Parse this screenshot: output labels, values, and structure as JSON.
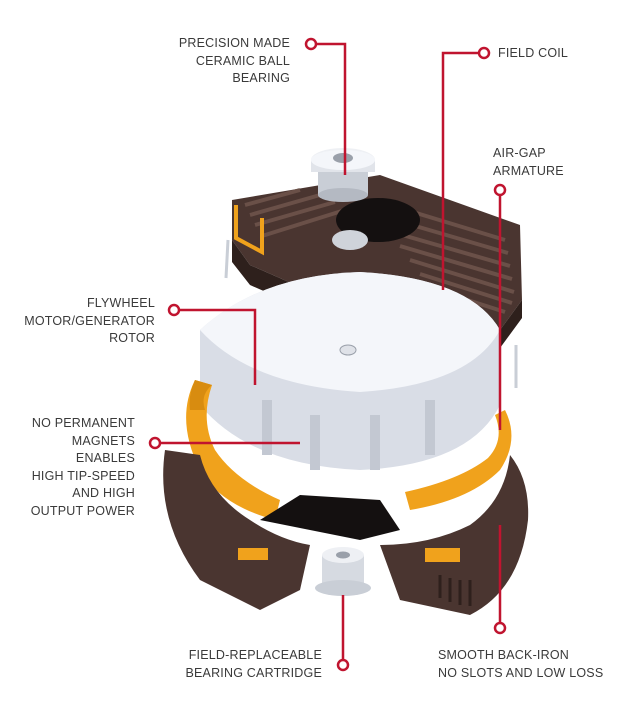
{
  "diagram": {
    "subject": "Flywheel motor/generator exploded view",
    "colors": {
      "leader": "#c0142f",
      "text": "#3a3a3a",
      "housing": "#4a3530",
      "housing_dark": "#2e201c",
      "armature": "#f0a21c",
      "rotor": "#f4f6fa",
      "rotor_side": "#d9dde6",
      "bearing": "#dfe2e8",
      "background": "#ffffff"
    },
    "callouts": [
      {
        "id": "ceramic-ball-bearing",
        "lines": [
          "PRECISION MADE",
          "CERAMIC BALL",
          "BEARING"
        ]
      },
      {
        "id": "field-coil",
        "lines": [
          "FIELD COIL"
        ]
      },
      {
        "id": "air-gap-armature",
        "lines": [
          "AIR-GAP",
          "ARMATURE"
        ]
      },
      {
        "id": "flywheel-rotor",
        "lines": [
          "FLYWHEEL",
          "MOTOR/GENERATOR",
          "ROTOR"
        ]
      },
      {
        "id": "no-permanent-magnets",
        "lines": [
          "NO PERMANENT",
          "MAGNETS",
          "ENABLES",
          "HIGH TIP-SPEED",
          "AND HIGH",
          "OUTPUT POWER"
        ]
      },
      {
        "id": "bearing-cartridge",
        "lines": [
          "FIELD-REPLACEABLE",
          "BEARING CARTRIDGE"
        ]
      },
      {
        "id": "smooth-back-iron",
        "lines": [
          "SMOOTH BACK-IRON",
          "NO SLOTS AND LOW LOSS"
        ]
      }
    ]
  }
}
